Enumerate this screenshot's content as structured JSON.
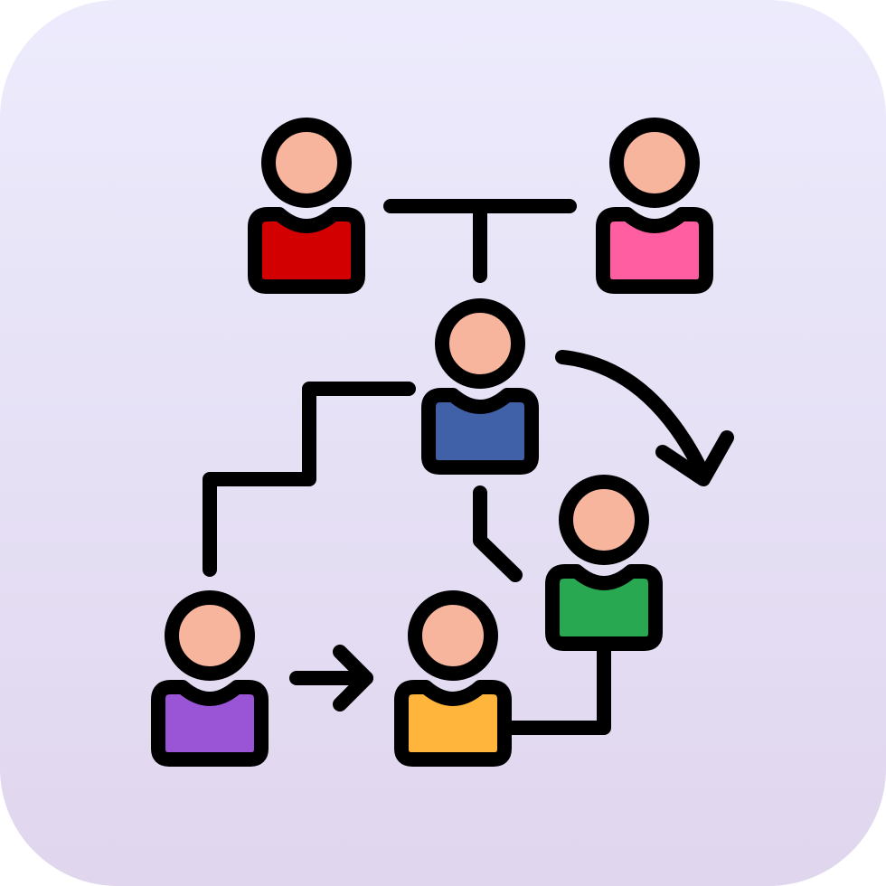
{
  "icon": {
    "name": "team-workflow-icon",
    "background_gradient": [
      "#ECEBFC",
      "#E0D6EE"
    ],
    "stroke_color": "#000000",
    "skin_color": "#F8B59E",
    "people": [
      {
        "id": "top-left",
        "shirt_color": "#D20000"
      },
      {
        "id": "top-right",
        "shirt_color": "#FF5FA0"
      },
      {
        "id": "center",
        "shirt_color": "#4060A8"
      },
      {
        "id": "right",
        "shirt_color": "#28A850"
      },
      {
        "id": "bottom-left",
        "shirt_color": "#9A55D6"
      },
      {
        "id": "bottom-middle",
        "shirt_color": "#FFB43C"
      }
    ]
  }
}
